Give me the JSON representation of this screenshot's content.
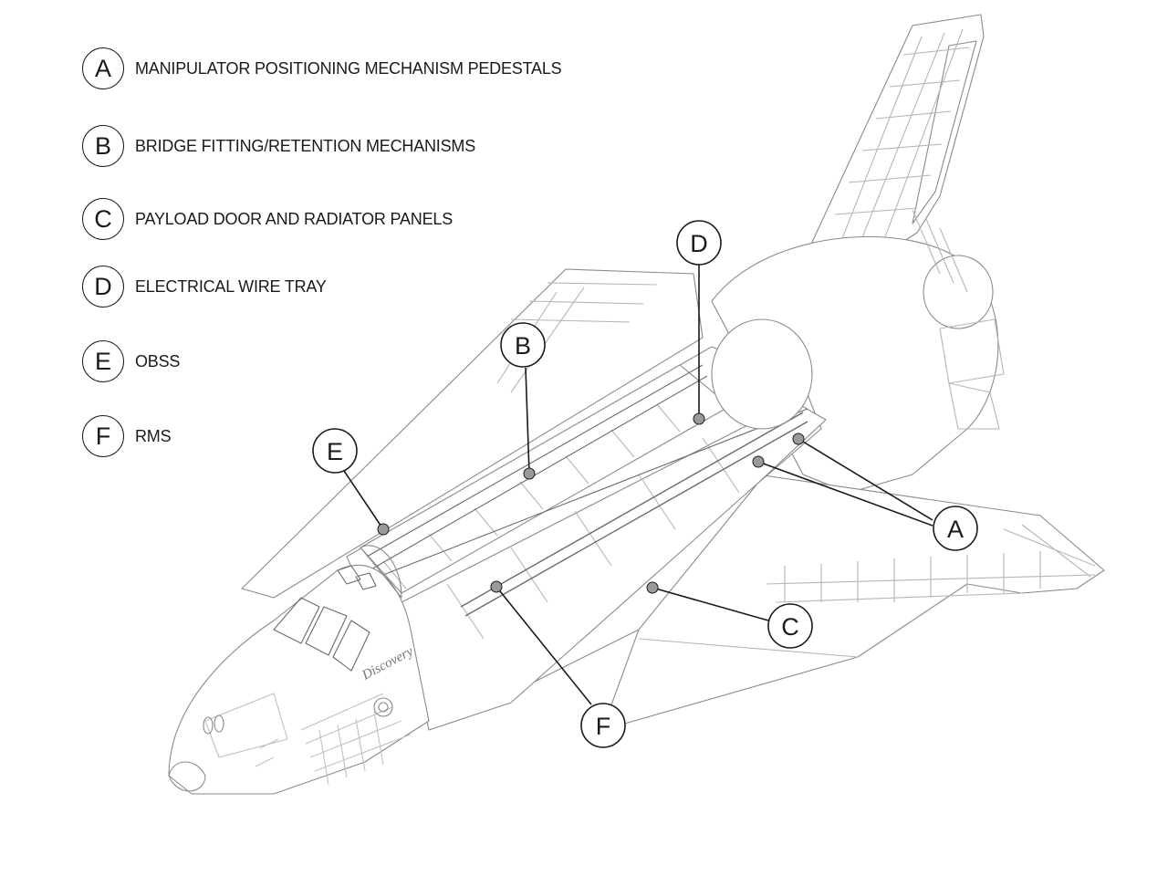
{
  "legend": [
    {
      "key": "A",
      "label": "MANIPULATOR POSITIONING MECHANISM PEDESTALS"
    },
    {
      "key": "B",
      "label": "BRIDGE FITTING/RETENTION MECHANISMS"
    },
    {
      "key": "C",
      "label": "PAYLOAD DOOR AND RADIATOR PANELS"
    },
    {
      "key": "D",
      "label": "ELECTRICAL WIRE TRAY"
    },
    {
      "key": "E",
      "label": "OBSS"
    },
    {
      "key": "F",
      "label": "RMS"
    }
  ],
  "callouts": {
    "a": "A",
    "b": "B",
    "c": "C",
    "d": "D",
    "e": "E",
    "f": "F"
  },
  "orbiter_name": "Discovery",
  "colors": {
    "outline": "#1a1a1a",
    "drawing": "#8a8a8a",
    "panel": "#b5b5b5"
  }
}
